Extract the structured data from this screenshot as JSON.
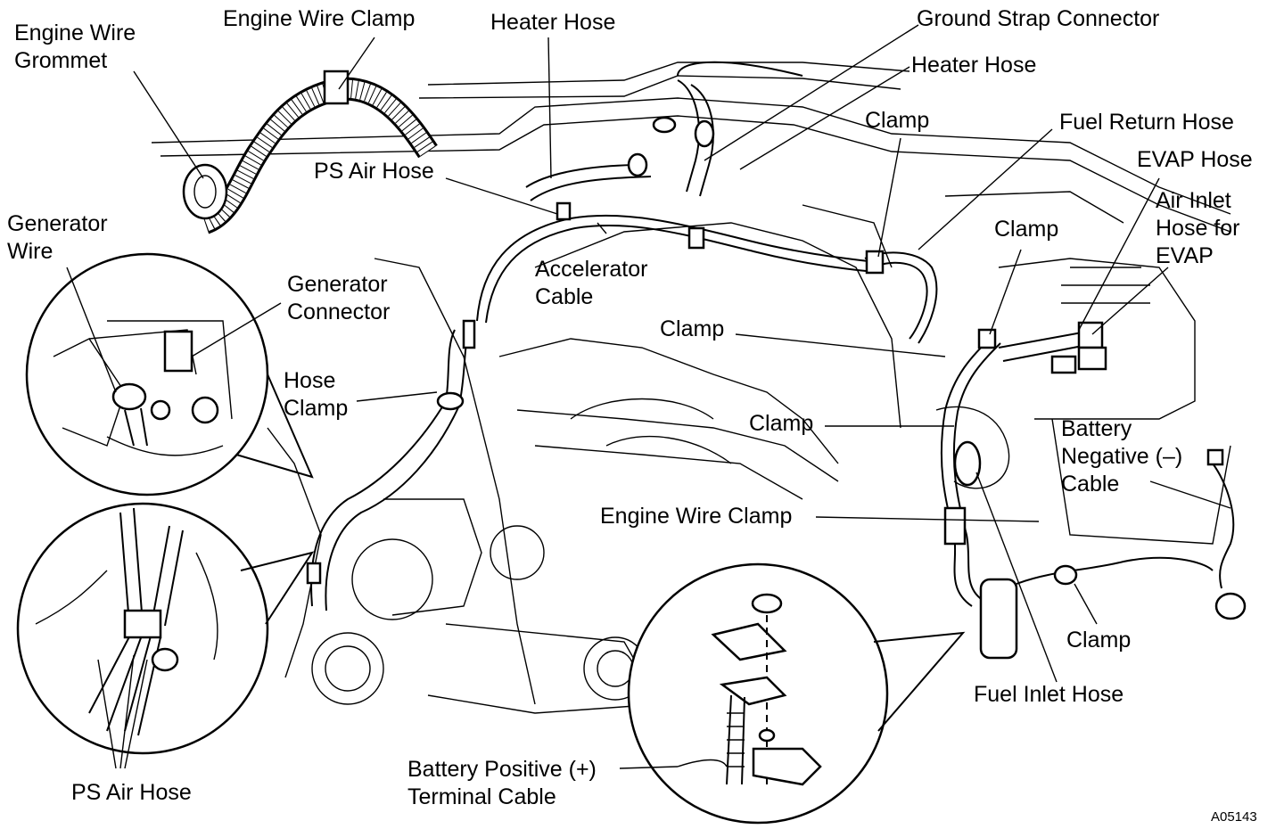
{
  "labels": {
    "engine_wire_grommet": "Engine Wire\nGrommet",
    "engine_wire_clamp_top": "Engine Wire Clamp",
    "heater_hose_top": "Heater Hose",
    "ground_strap_connector": "Ground Strap Connector",
    "heater_hose_right": "Heater Hose",
    "clamp_top": "Clamp",
    "fuel_return_hose": "Fuel Return Hose",
    "evap_hose": "EVAP Hose",
    "air_inlet_hose_evap": "Air Inlet\nHose for\nEVAP",
    "clamp_right_upper": "Clamp",
    "ps_air_hose_top": "PS Air Hose",
    "generator_wire": "Generator\nWire",
    "generator_connector": "Generator\nConnector",
    "accelerator_cable": "Accelerator\nCable",
    "clamp_middle": "Clamp",
    "hose_clamp": "Hose\nClamp",
    "clamp_lower": "Clamp",
    "battery_negative_cable": "Battery\nNegative (–)\nCable",
    "engine_wire_clamp_bottom": "Engine Wire Clamp",
    "clamp_bottom_right": "Clamp",
    "fuel_inlet_hose": "Fuel Inlet Hose",
    "battery_positive_terminal_cable": "Battery Positive (+)\nTerminal Cable",
    "ps_air_hose_bottom": "PS Air Hose"
  },
  "figure_code": "A05143"
}
